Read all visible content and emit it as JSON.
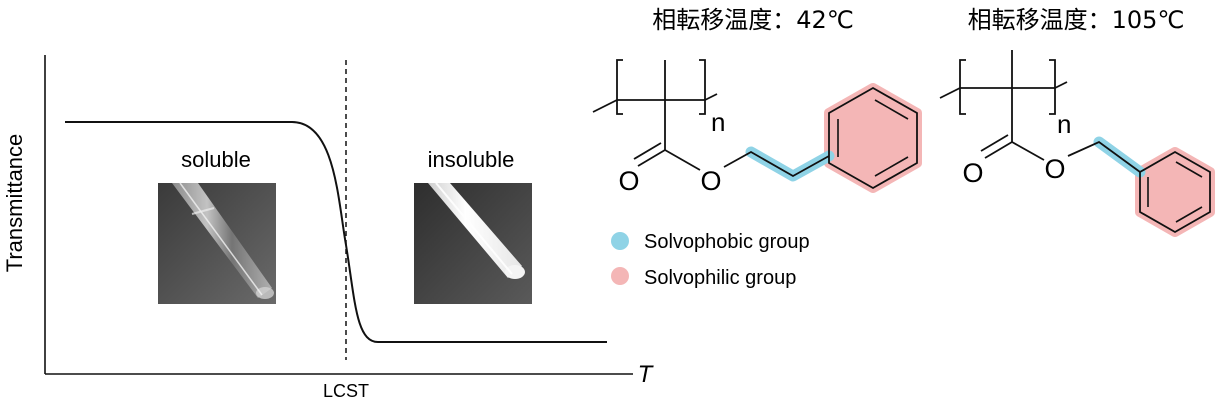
{
  "plot": {
    "ylabel": "Transmittance",
    "xlabel": "T",
    "lcst_label": "LCST",
    "soluble_label": "soluble",
    "insoluble_label": "insoluble"
  },
  "polymer1": {
    "title": "相転移温度：42℃",
    "subscript": "n",
    "carbonyl_o": "O",
    "ester_o": "O"
  },
  "polymer2": {
    "title": "相転移温度：105℃",
    "subscript": "n",
    "carbonyl_o": "O",
    "ester_o": "O"
  },
  "legend": {
    "items": [
      {
        "label": "Solvophobic group",
        "color": "#8fd3e6"
      },
      {
        "label": "Solvophilic group",
        "color": "#f4b6b6"
      }
    ]
  }
}
